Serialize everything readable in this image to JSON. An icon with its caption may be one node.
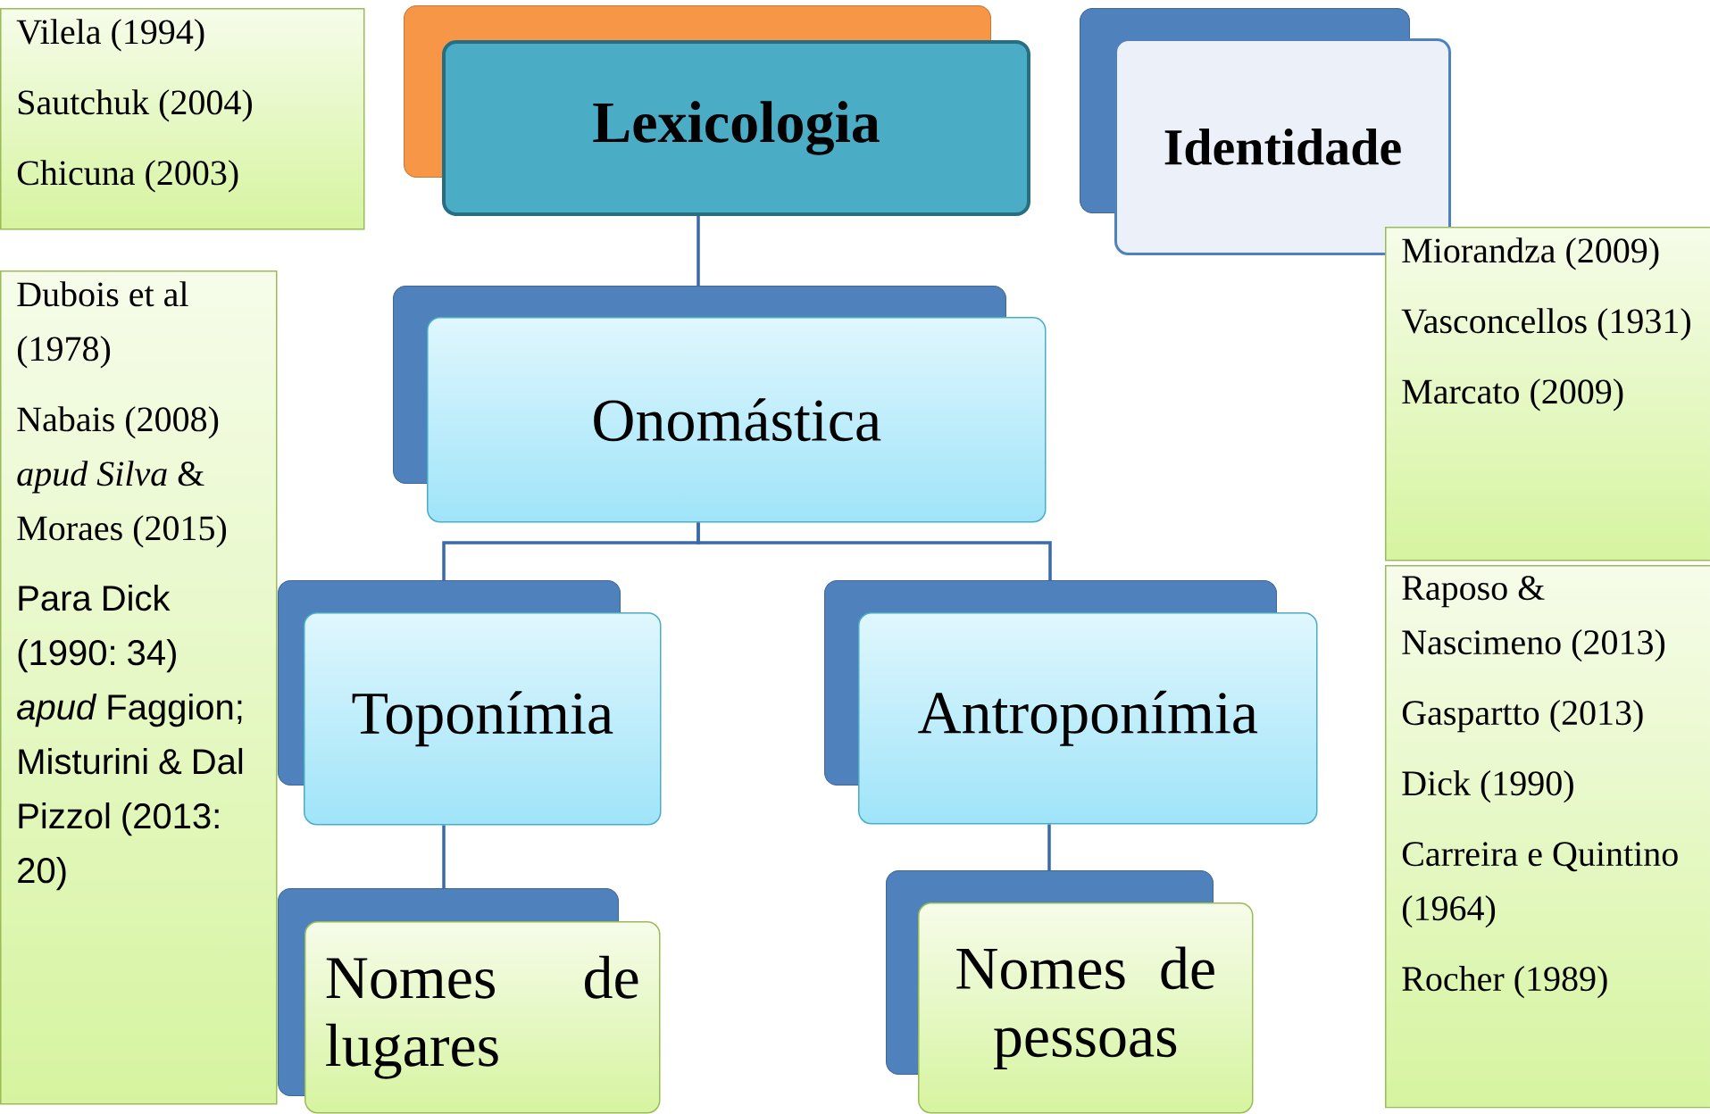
{
  "diagram": {
    "nodes": [
      {
        "text": [
          "Vilela (1994)",
          "Sautchuk (2004)",
          "Chicuna (2003)"
        ]
      },
      {
        "text": [
          "Lexicologia"
        ]
      },
      {
        "text": [
          "Identidade"
        ]
      },
      {
        "text": [
          "Dubois et al (1978)",
          "Nabais (2008) *apud Silva* & Moraes (2015)",
          "Para Dick (1990: 34) *apud* Faggion; Misturini & Dal Pizzol (2013: 20)"
        ]
      },
      {
        "text": [
          "Onomástica"
        ]
      },
      {
        "text": [
          "Miorandza (2009)",
          "Vasconcellos (1931)",
          "Marcato (2009)"
        ]
      },
      {
        "text": [
          "Toponímia"
        ]
      },
      {
        "text": [
          "Antroponímia"
        ]
      },
      {
        "text": [
          "Raposo & Nascimeno (2013)",
          "Gaspartto (2013)",
          "Dick (1990)",
          "Carreira e Quintino (1964)",
          "Rocher (1989)"
        ]
      },
      {
        "text": [
          "Nomes de lugares"
        ]
      },
      {
        "text": [
          "Nomes de pessoas"
        ]
      }
    ],
    "edges": [
      {
        "from": 1,
        "to": 4,
        "arrow": "none"
      },
      {
        "from": 4,
        "to": 6,
        "arrow": "none"
      },
      {
        "from": 4,
        "to": 7,
        "arrow": "none"
      },
      {
        "from": 6,
        "to": 9,
        "arrow": "none"
      },
      {
        "from": 7,
        "to": 10,
        "arrow": "none"
      }
    ]
  }
}
